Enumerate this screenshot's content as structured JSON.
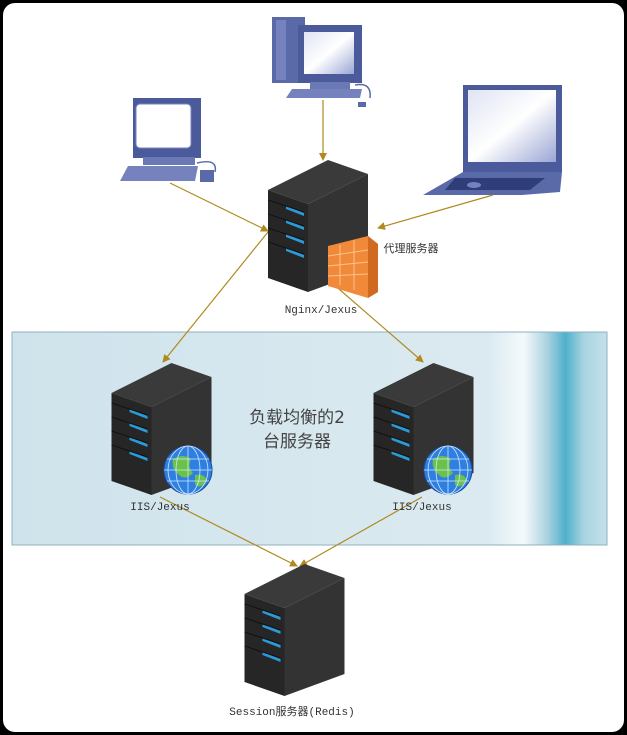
{
  "labels": {
    "proxy": "代理服务器",
    "nginx": "Nginx/Jexus",
    "iis_left": "IIS/Jexus",
    "iis_right": "IIS/Jexus",
    "cluster_line1": "负载均衡的2",
    "cluster_line2": "台服务器",
    "session": "Session服务器(Redis)"
  },
  "colors": {
    "arrow": "#b08a1e",
    "device": "#5a6aa8",
    "server": "#2e2e2e",
    "server_led": "#2a9ad8",
    "firewall": "#f08a3a",
    "panel": "#d3e6ee"
  }
}
